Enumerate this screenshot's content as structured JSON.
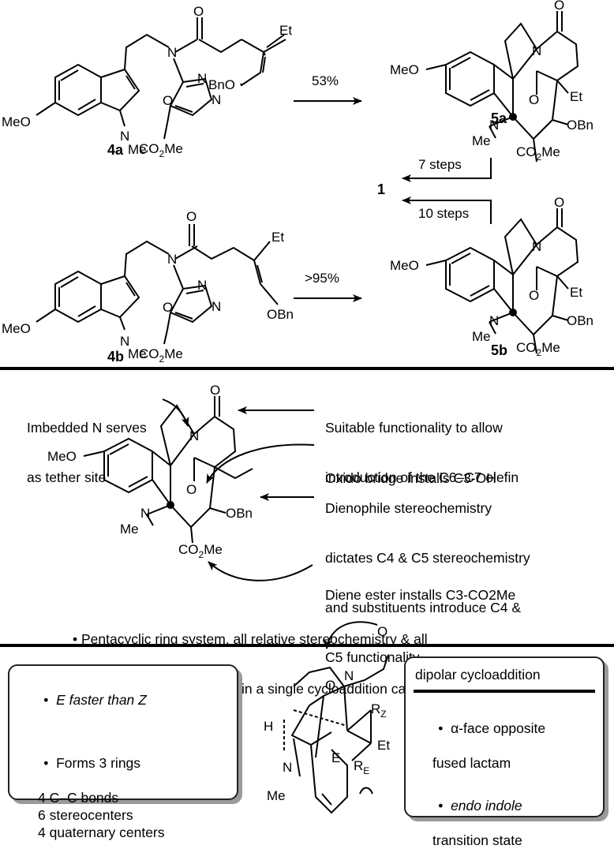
{
  "scheme": {
    "compounds": {
      "c4a": "4a",
      "c4b": "4b",
      "c5a": "5a",
      "c5b": "5b",
      "target": "1"
    },
    "arrows": {
      "a_yield": "53%",
      "b_yield": ">95%",
      "a_steps": "7 steps",
      "b_steps": "10 steps"
    },
    "atoms": {
      "meo": "MeO",
      "me": "Me",
      "n": "N",
      "o": "O",
      "et": "Et",
      "bno": "BnO",
      "obn": "OBn",
      "co2me": "CO2Me"
    }
  },
  "analysis": {
    "left_note": [
      "Imbedded N serves",
      "as tether site"
    ],
    "notes": [
      [
        "Suitable functionality to allow",
        "introduction of the C6–C7 olefin"
      ],
      [
        "Oxido bridge installs C3-OH"
      ],
      [
        "Dienophile stereochemistry",
        "dictates C4 & C5 stereochemistry",
        "and substituents introduce C4 &",
        "C5 functionality"
      ],
      [
        "Diene ester installs C3-CO2Me"
      ]
    ],
    "summary": [
      "• Pentacyclic ring system, all relative stereochemistry & all",
      "functionality are introduced in a single cycloaddition cascade"
    ]
  },
  "bottom": {
    "left_box": {
      "items": [
        {
          "bullet": "•",
          "lines": [
            "E faster than Z"
          ]
        },
        {
          "bullet": "•",
          "lines": [
            "Forms 3 rings",
            "4 C–C bonds",
            "6 stereocenters",
            "4 quaternary centers"
          ]
        }
      ]
    },
    "right_box": {
      "title": "dipolar cycloaddition",
      "items": [
        {
          "bullet": "•",
          "lines": [
            "α-face opposite",
            "fused lactam"
          ]
        },
        {
          "bullet": "•",
          "lines": [
            "endo indole",
            "transition state"
          ]
        }
      ]
    },
    "ts_labels": {
      "h": "H",
      "n": "N",
      "me": "Me",
      "o": "O",
      "e": "E",
      "et": "Et",
      "rz": "RZ",
      "re": "RE"
    }
  }
}
